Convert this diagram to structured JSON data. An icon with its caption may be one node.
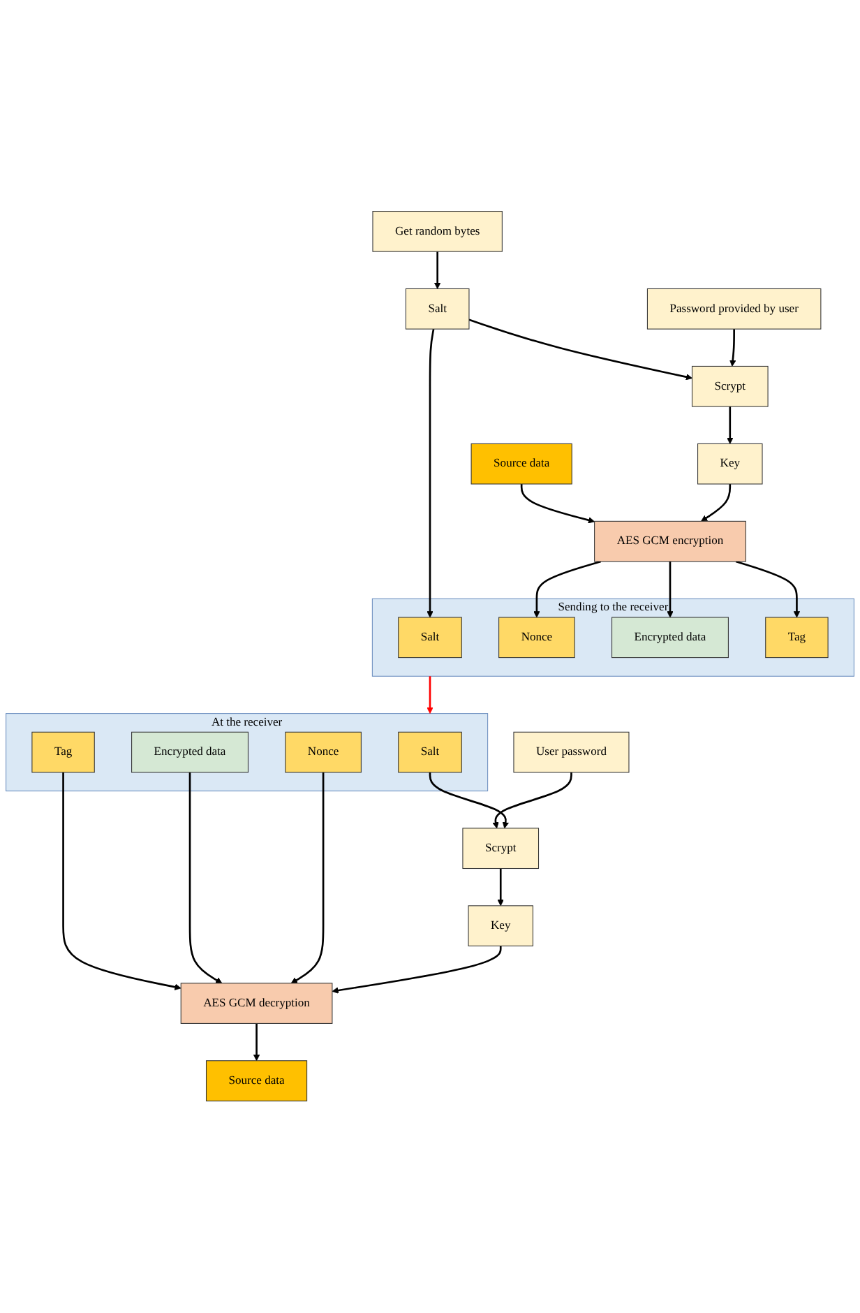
{
  "diagram": {
    "nodes": [
      {
        "text": [
          "Get random bytes"
        ]
      },
      {
        "text": [
          "Password provided by user"
        ]
      },
      {
        "text": [
          "Source data"
        ]
      },
      {
        "text": [
          "Salt"
        ]
      },
      {
        "text": [
          "Scrypt"
        ]
      },
      {
        "text": [
          "Key"
        ]
      },
      {
        "text": [
          "AES GCM encryption"
        ]
      },
      {
        "text": [
          "Sending to the receiver"
        ]
      },
      {
        "text": [
          "Salt"
        ],
        "in": 7
      },
      {
        "text": [
          "Nonce"
        ],
        "in": 7
      },
      {
        "text": [
          "Encrypted data"
        ],
        "in": 7
      },
      {
        "text": [
          "Tag"
        ],
        "in": 7
      },
      {
        "text": [
          "At the receiver"
        ]
      },
      {
        "text": [
          "Salt"
        ],
        "in": 12
      },
      {
        "text": [
          "Nonce"
        ],
        "in": 12
      },
      {
        "text": [
          "Encrypted data"
        ],
        "in": 12
      },
      {
        "text": [
          "Tag"
        ],
        "in": 12
      },
      {
        "text": [
          "User password"
        ]
      },
      {
        "text": [
          "Scrypt"
        ]
      },
      {
        "text": [
          "Key"
        ]
      },
      {
        "text": [
          "AES GCM decryption"
        ]
      },
      {
        "text": [
          "Source data"
        ]
      }
    ],
    "edges": [
      {
        "from": 0,
        "to": 3,
        "arrow": "to"
      },
      {
        "from": 1,
        "to": 4,
        "arrow": "to"
      },
      {
        "from": 3,
        "to": 4,
        "arrow": "to"
      },
      {
        "from": 4,
        "to": 5,
        "arrow": "to"
      },
      {
        "from": 5,
        "to": 6,
        "arrow": "to"
      },
      {
        "from": 2,
        "to": 6,
        "arrow": "to"
      },
      {
        "from": 3,
        "to": 8,
        "arrow": "to"
      },
      {
        "from": 6,
        "to": 9,
        "arrow": "to"
      },
      {
        "from": 6,
        "to": 10,
        "arrow": "to"
      },
      {
        "from": 6,
        "to": 11,
        "arrow": "to"
      },
      {
        "from": 7,
        "to": 12,
        "arrow": "to",
        "color": "#ff0000"
      },
      {
        "from": 13,
        "to": 18,
        "arrow": "to"
      },
      {
        "from": 17,
        "to": 18,
        "arrow": "to"
      },
      {
        "from": 18,
        "to": 19,
        "arrow": "to"
      },
      {
        "from": 19,
        "to": 20,
        "arrow": "to"
      },
      {
        "from": 14,
        "to": 20,
        "arrow": "to"
      },
      {
        "from": 15,
        "to": 20,
        "arrow": "to"
      },
      {
        "from": 16,
        "to": 20,
        "arrow": "to"
      },
      {
        "from": 20,
        "to": 21,
        "arrow": "to"
      }
    ]
  }
}
